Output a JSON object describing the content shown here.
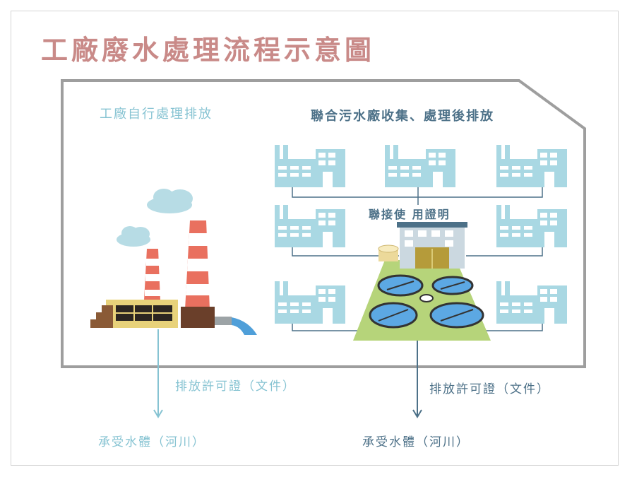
{
  "title": "工廠廢水處理流程示意圖",
  "sections": {
    "own_treatment": "工廠自行處理排放",
    "joint_treatment": "聯合污水廠收集、處理後排放"
  },
  "connection_label": "聯接使 用證明",
  "discharge": {
    "left_permit": "排放許可證（文件）",
    "right_permit": "排放許可證（文件）",
    "left_receiving": "承受水體（河川）",
    "right_receiving": "承受水體（河川）"
  },
  "colors": {
    "title": "#c98a88",
    "light_blue": "#86c3d2",
    "dark_blue": "#4d7188",
    "frame": "#9e9e9e",
    "factory_icon": "#a9d8e3",
    "chimney_red": "#e9705f",
    "plant_green": "#b6d47a"
  }
}
